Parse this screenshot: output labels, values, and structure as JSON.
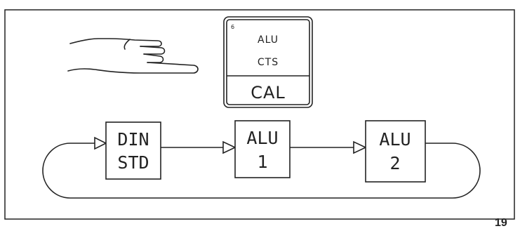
{
  "display": {
    "indicator": "6",
    "line1": "ALU",
    "line2": "CTS",
    "function": "CAL"
  },
  "nodes": [
    {
      "line1": "DIN",
      "line2": "STD"
    },
    {
      "line1": "ALU",
      "line2": "1"
    },
    {
      "line1": "ALU",
      "line2": "2"
    }
  ],
  "page_number": "19"
}
